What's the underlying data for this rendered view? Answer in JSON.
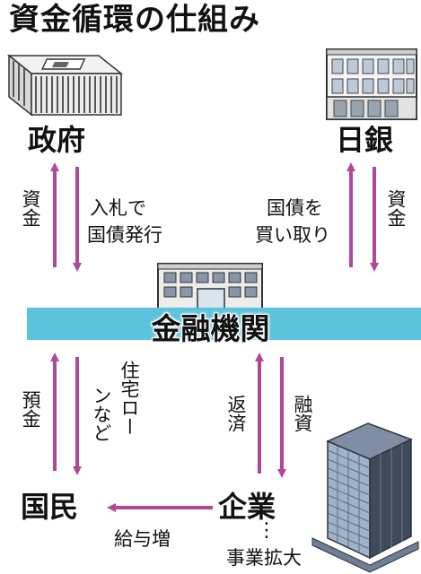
{
  "title": "資金循環の仕組み",
  "colors": {
    "arrow": "#b0479a",
    "band": "#5cc3dc",
    "ink": "#111111"
  },
  "nodes": {
    "government": "政府",
    "boj": "日銀",
    "financial_institutions": "金融機関",
    "public": "国民",
    "companies": "企業"
  },
  "flows": {
    "funds_to_government": "資金",
    "bond_issue_line1": "入札で",
    "bond_issue_line2": "国債発行",
    "bond_purchase_line1": "国債を",
    "bond_purchase_line2": "買い取り",
    "funds_from_boj": "資金",
    "deposits": "預金",
    "mortgage_line1": "住宅ロー",
    "mortgage_line2": "ンなど",
    "repayment": "返済",
    "lending": "融資",
    "wage_increase": "給与増",
    "dots": "⋮",
    "business_expansion": "事業拡大"
  },
  "icons": [
    "government-building-icon",
    "boj-building-icon",
    "bank-building-icon",
    "office-tower-icon"
  ]
}
